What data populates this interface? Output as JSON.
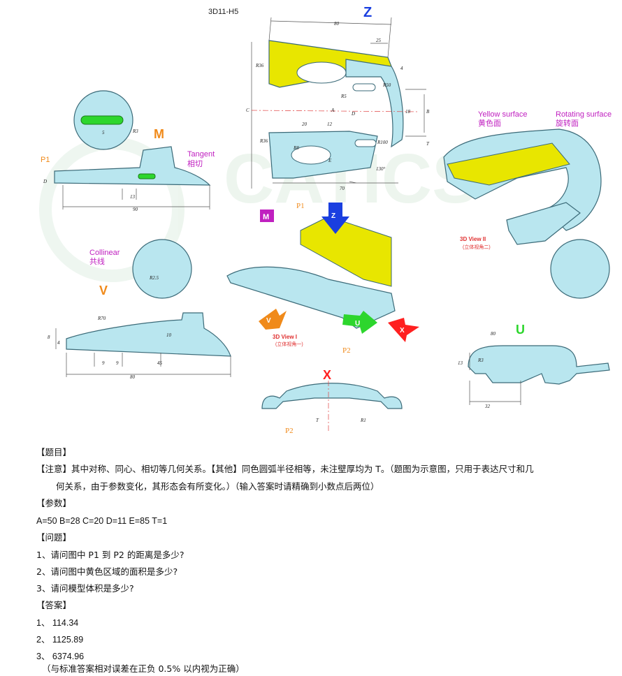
{
  "figure": {
    "model_code": "3D11-H5",
    "views": {
      "z": "Z",
      "m": "M",
      "v": "V",
      "x": "X",
      "u": "U"
    },
    "labels": {
      "p1": "P1",
      "p2": "P2",
      "tangent_en": "Tangent",
      "tangent_cn": "相切",
      "collinear_en": "Collinear",
      "collinear_cn": "共线",
      "yellow_en": "Yellow surface",
      "yellow_cn": "黄色面",
      "rotating_en": "Rotating surface",
      "rotating_cn": "旋转面",
      "view1_en": "3D View I",
      "view1_cn": "(立体视角一)",
      "view2_en": "3D View II",
      "view2_cn": "(立体视角二)"
    },
    "dims": {
      "z": {
        "d80": "80",
        "d25": "25",
        "d4": "4",
        "r36a": "R36",
        "r50": "R50",
        "r5": "R5",
        "ra": "A",
        "d18": "18",
        "db": "B",
        "dc": "C",
        "dd": "D",
        "d20": "20",
        "d12": "12",
        "r36b": "R36",
        "r8": "R8",
        "re": "E",
        "r100": "R100",
        "dt": "T",
        "a130": "130°",
        "d70": "70"
      },
      "m": {
        "d5": "5",
        "r3": "R3",
        "dd": "D",
        "d13": "13",
        "d90": "90"
      },
      "v": {
        "r2": "R2.5",
        "d10": "10",
        "r70": "R70",
        "d8": "8",
        "d4": "4",
        "d9a": "9",
        "d9b": "9",
        "d45": "45",
        "d80": "80"
      },
      "x": {
        "dt": "T",
        "r1": "R1"
      },
      "u": {
        "d80": "80",
        "d13": "13",
        "r3": "R3",
        "d32": "32"
      }
    }
  },
  "text": {
    "title_heading": "【题目】",
    "note_line1": "【注意】其中对称、同心、相切等几何关系。【其他】同色圆弧半径相等，未注壁厚均为                    T。（题图为示意图，只用于表达尺寸和几",
    "note_line2": "何关系，由于参数变化，其形态会有所变化。）（输入答案时请精确到小数点后两位）",
    "params_heading": "【参数】",
    "params": "A=50  B=28  C=20  D=11  E=85  T=1",
    "questions_heading": "【问题】",
    "questions": [
      "1、请问图中   P1 到  P2 的距离是多少?",
      "2、请问图中黄色区域的面积是多少?",
      "3、请问模型体积是多少?"
    ],
    "answers_heading": "【答案】",
    "answers": [
      "1、 114.34",
      "2、 1125.89",
      "3、 6374.96"
    ],
    "footnote": "（与标准答案相对误差在正负      0.5% 以内视为正确）"
  },
  "colors": {
    "part_fill": "#b9e6ef",
    "part_stroke": "#3b6a78",
    "yellow": "#e8e600",
    "green": "#2dd62d",
    "magenta": "#c020c0",
    "dim": "#555555",
    "blue_view": "#1a3fe0",
    "orange_view": "#f08a1a",
    "red_view": "#ff2020"
  }
}
